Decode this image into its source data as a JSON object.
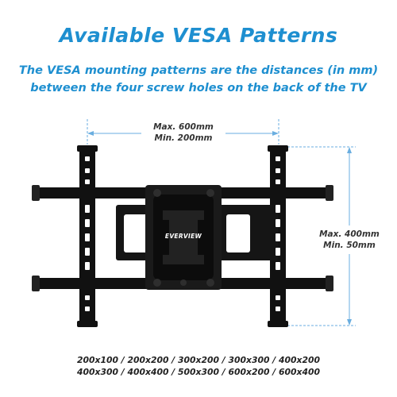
{
  "title": "Available VESA Patterns",
  "description": {
    "line1": "The VESA mounting patterns are the distances (in mm)",
    "line2": "between the four screw holes on the back of the TV"
  },
  "horizontal_dimension": {
    "max": "Max. 600mm",
    "min": "Min. 200mm"
  },
  "vertical_dimension": {
    "max": "Max. 400mm",
    "min": "Min. 50mm"
  },
  "brand_logo": "EVERVIEW",
  "patterns": {
    "line1": "200x100 / 200x200 / 300x200 / 300x300 / 400x200",
    "line2": "400x300 / 400x400 / 500x300 / 600x200 / 600x400"
  },
  "colors": {
    "accent": "#1e8fd0",
    "dimension_line": "#6aaee0",
    "mount": "#111111",
    "text": "#333333"
  }
}
